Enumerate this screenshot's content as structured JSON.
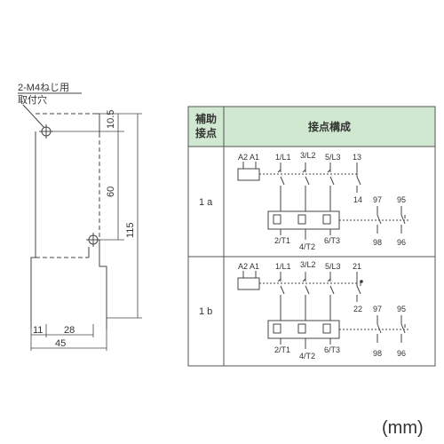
{
  "outline": {
    "hole_note_line1": "2-M4ねじ用",
    "hole_note_line2": "取付穴",
    "dim_10_5": "10.5",
    "dim_60": "60",
    "dim_115": "115",
    "dim_11": "11",
    "dim_28": "28",
    "dim_45": "45"
  },
  "table": {
    "header_col1_line1": "補助",
    "header_col1_line2": "接点",
    "header_col2": "接点構成",
    "rows": [
      {
        "label": "1 a",
        "coil": "A2 A1",
        "l1": "1/L1",
        "l2": "3/L2",
        "l3": "5/L3",
        "aux_top": "13",
        "aux_bottom": "14",
        "t1": "2/T1",
        "t2": "4/T2",
        "t3": "6/T3",
        "ol_top1": "97",
        "ol_top2": "95",
        "ol_bot1": "98",
        "ol_bot2": "96"
      },
      {
        "label": "1 b",
        "coil": "A2 A1",
        "l1": "1/L1",
        "l2": "3/L2",
        "l3": "5/L3",
        "aux_top": "21",
        "aux_bottom": "22",
        "t1": "2/T1",
        "t2": "4/T2",
        "t3": "6/T3",
        "ol_top1": "97",
        "ol_top2": "95",
        "ol_bot1": "98",
        "ol_bot2": "96"
      }
    ]
  },
  "unit": "(mm)",
  "colors": {
    "header_fill": "#cfe8cf",
    "line": "#444444"
  }
}
